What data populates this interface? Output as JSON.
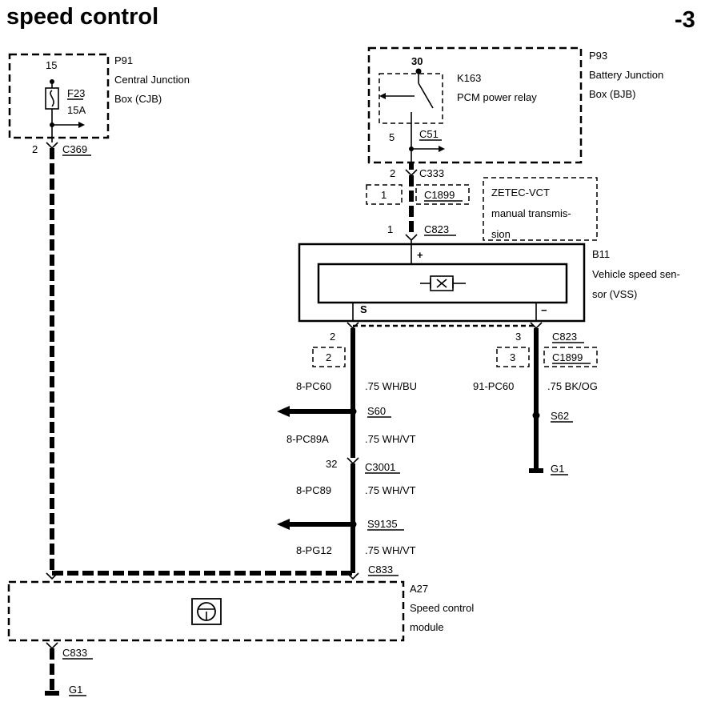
{
  "title": "speed control",
  "page_number": "-3",
  "components": {
    "p91": {
      "id": "P91",
      "line1": "Central Junction",
      "line2": "Box (CJB)"
    },
    "p93": {
      "id": "P93",
      "line1": "Battery Junction",
      "line2": "Box (BJB)"
    },
    "k163": {
      "id": "K163",
      "name": "PCM power relay"
    },
    "b11": {
      "id": "B11",
      "line1": "Vehicle speed sen-",
      "line2": "sor (VSS)"
    },
    "a27": {
      "id": "A27",
      "line1": "Speed control",
      "line2": "module"
    }
  },
  "fuse": {
    "id": "F23",
    "rating": "15A",
    "pin": "15"
  },
  "note": {
    "line1": "ZETEC-VCT",
    "line2": "manual transmis-",
    "line3": "sion"
  },
  "connectors": {
    "c369": "C369",
    "c369_pin": "2",
    "c51": "C51",
    "c51_pin": "5",
    "relay_pin": "30",
    "c333": "C333",
    "c333_pin": "2",
    "c1899_top": "C1899",
    "c1899_top_pin": "1",
    "c823_top": "C823",
    "c823_top_pin": "1",
    "c823_right": "C823",
    "c1899_left_pin": "2",
    "c1899_right": "C1899",
    "c1899_right_pin": "3",
    "vss_pin_left": "2",
    "vss_pin_right": "3",
    "c3001": "C3001",
    "c3001_pin": "32",
    "c833_top": "C833",
    "c833_bottom": "C833"
  },
  "sensor_marks": {
    "plus": "+",
    "minus": "−",
    "sig": "S"
  },
  "splices": {
    "s60": "S60",
    "s62": "S62",
    "s9135": "S9135"
  },
  "grounds": {
    "g1_right": "G1",
    "g1_bottom": "G1"
  },
  "wires": {
    "w1": {
      "circuit": "8-PC60",
      "spec": ".75 WH/BU"
    },
    "w2": {
      "circuit": "91-PC60",
      "spec": ".75 BK/OG"
    },
    "w3": {
      "circuit": "8-PC89A",
      "spec": ".75 WH/VT"
    },
    "w4": {
      "circuit": "8-PC89",
      "spec": ".75 WH/VT"
    },
    "w5": {
      "circuit": "8-PG12",
      "spec": ".75 WH/VT"
    }
  }
}
